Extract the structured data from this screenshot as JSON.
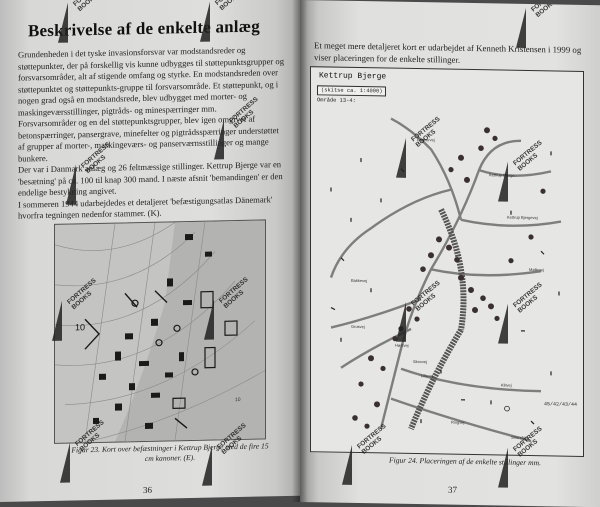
{
  "left_page": {
    "heading": "Beskrivelse af de enkelte anlæg",
    "paragraphs": [
      "Grundenheden i det tyske invasionsforsvar var modstandsreder og støttepunkter, der på forskellig vis kunne udbygges til støttepunktsgrupper og forsvarsområder, alt af stigende omfang og styrke. En modstandsreden over støttepunktet og støttepunkts-gruppe til forsvarsområde. Et støttepunkt, og i nogen grad også en modstandsrede, blev udbygget med morter- og maskingeværsstillinger, pigtråds- og minespærringer mm.",
      "Forsvarsområder og en del støttepunktsgrupper, blev igen omgivet af betonspærringer, pansergrave, minefelter og pigtrådsspærringer understøttet af grupper af morter-, maskingeværs- og panserværnsstillinger og mange bunkere.",
      "Der var i Danmark anlæg og 26 feltmæssige stillinger. Kettrup Bjerge var en 'besætning' på ca. 100 til knap 300 mand. I næste afsnit 'bemandingen' er den endelige bestykning angivet.",
      "I sommeren 1944 udarbejdedes et detaljeret 'befæstigungsatlas Dänemark' hvorfra tegningen nedenfor stammer. (K)."
    ],
    "caption": "Figur 23. Kort over befæstninger i Kettrup Bjerge med de fire 15 cm kanoner. (E).",
    "page_number": "36"
  },
  "right_page": {
    "intro": "Et meget mere detaljeret kort er udarbejdet af Kenneth Kristensen i 1999 og viser placeringen for de enkelte stillinger.",
    "map": {
      "title": "Kettrup Bjerge",
      "scale": "(skitse ca. 1:4000)",
      "area": "Område 13-4:",
      "labels": {
        "bunker_road": "Bunkervej",
        "kettrup_bjerge_road": "Kettrup Bjerge",
        "kettrup_bjergevej": "Kettrup Bjergevej",
        "molle": "Møllevej",
        "grusvej": "Grusvej",
        "hustvej": "Høstvej",
        "skovvej": "Skovvej",
        "lille_vej": "Lillevej",
        "klitvej": "Klitvej",
        "ringvej": "Ringvej",
        "bakkevej": "Bakkevej",
        "strandvej": "Strandvej"
      },
      "legend": "45/42/43/44"
    },
    "caption": "Figur 24. Placeringen af de enkelte stillinger mm.",
    "page_number": "37"
  },
  "watermark": {
    "line1": "FORTRESS",
    "line2": "BOOKS"
  },
  "colors": {
    "page_left": "#d8d8d6",
    "page_right": "#e0e0de",
    "ink": "#1c1c1c",
    "map_road": "#8a8a8a",
    "map_bunker": "#3a3030"
  }
}
